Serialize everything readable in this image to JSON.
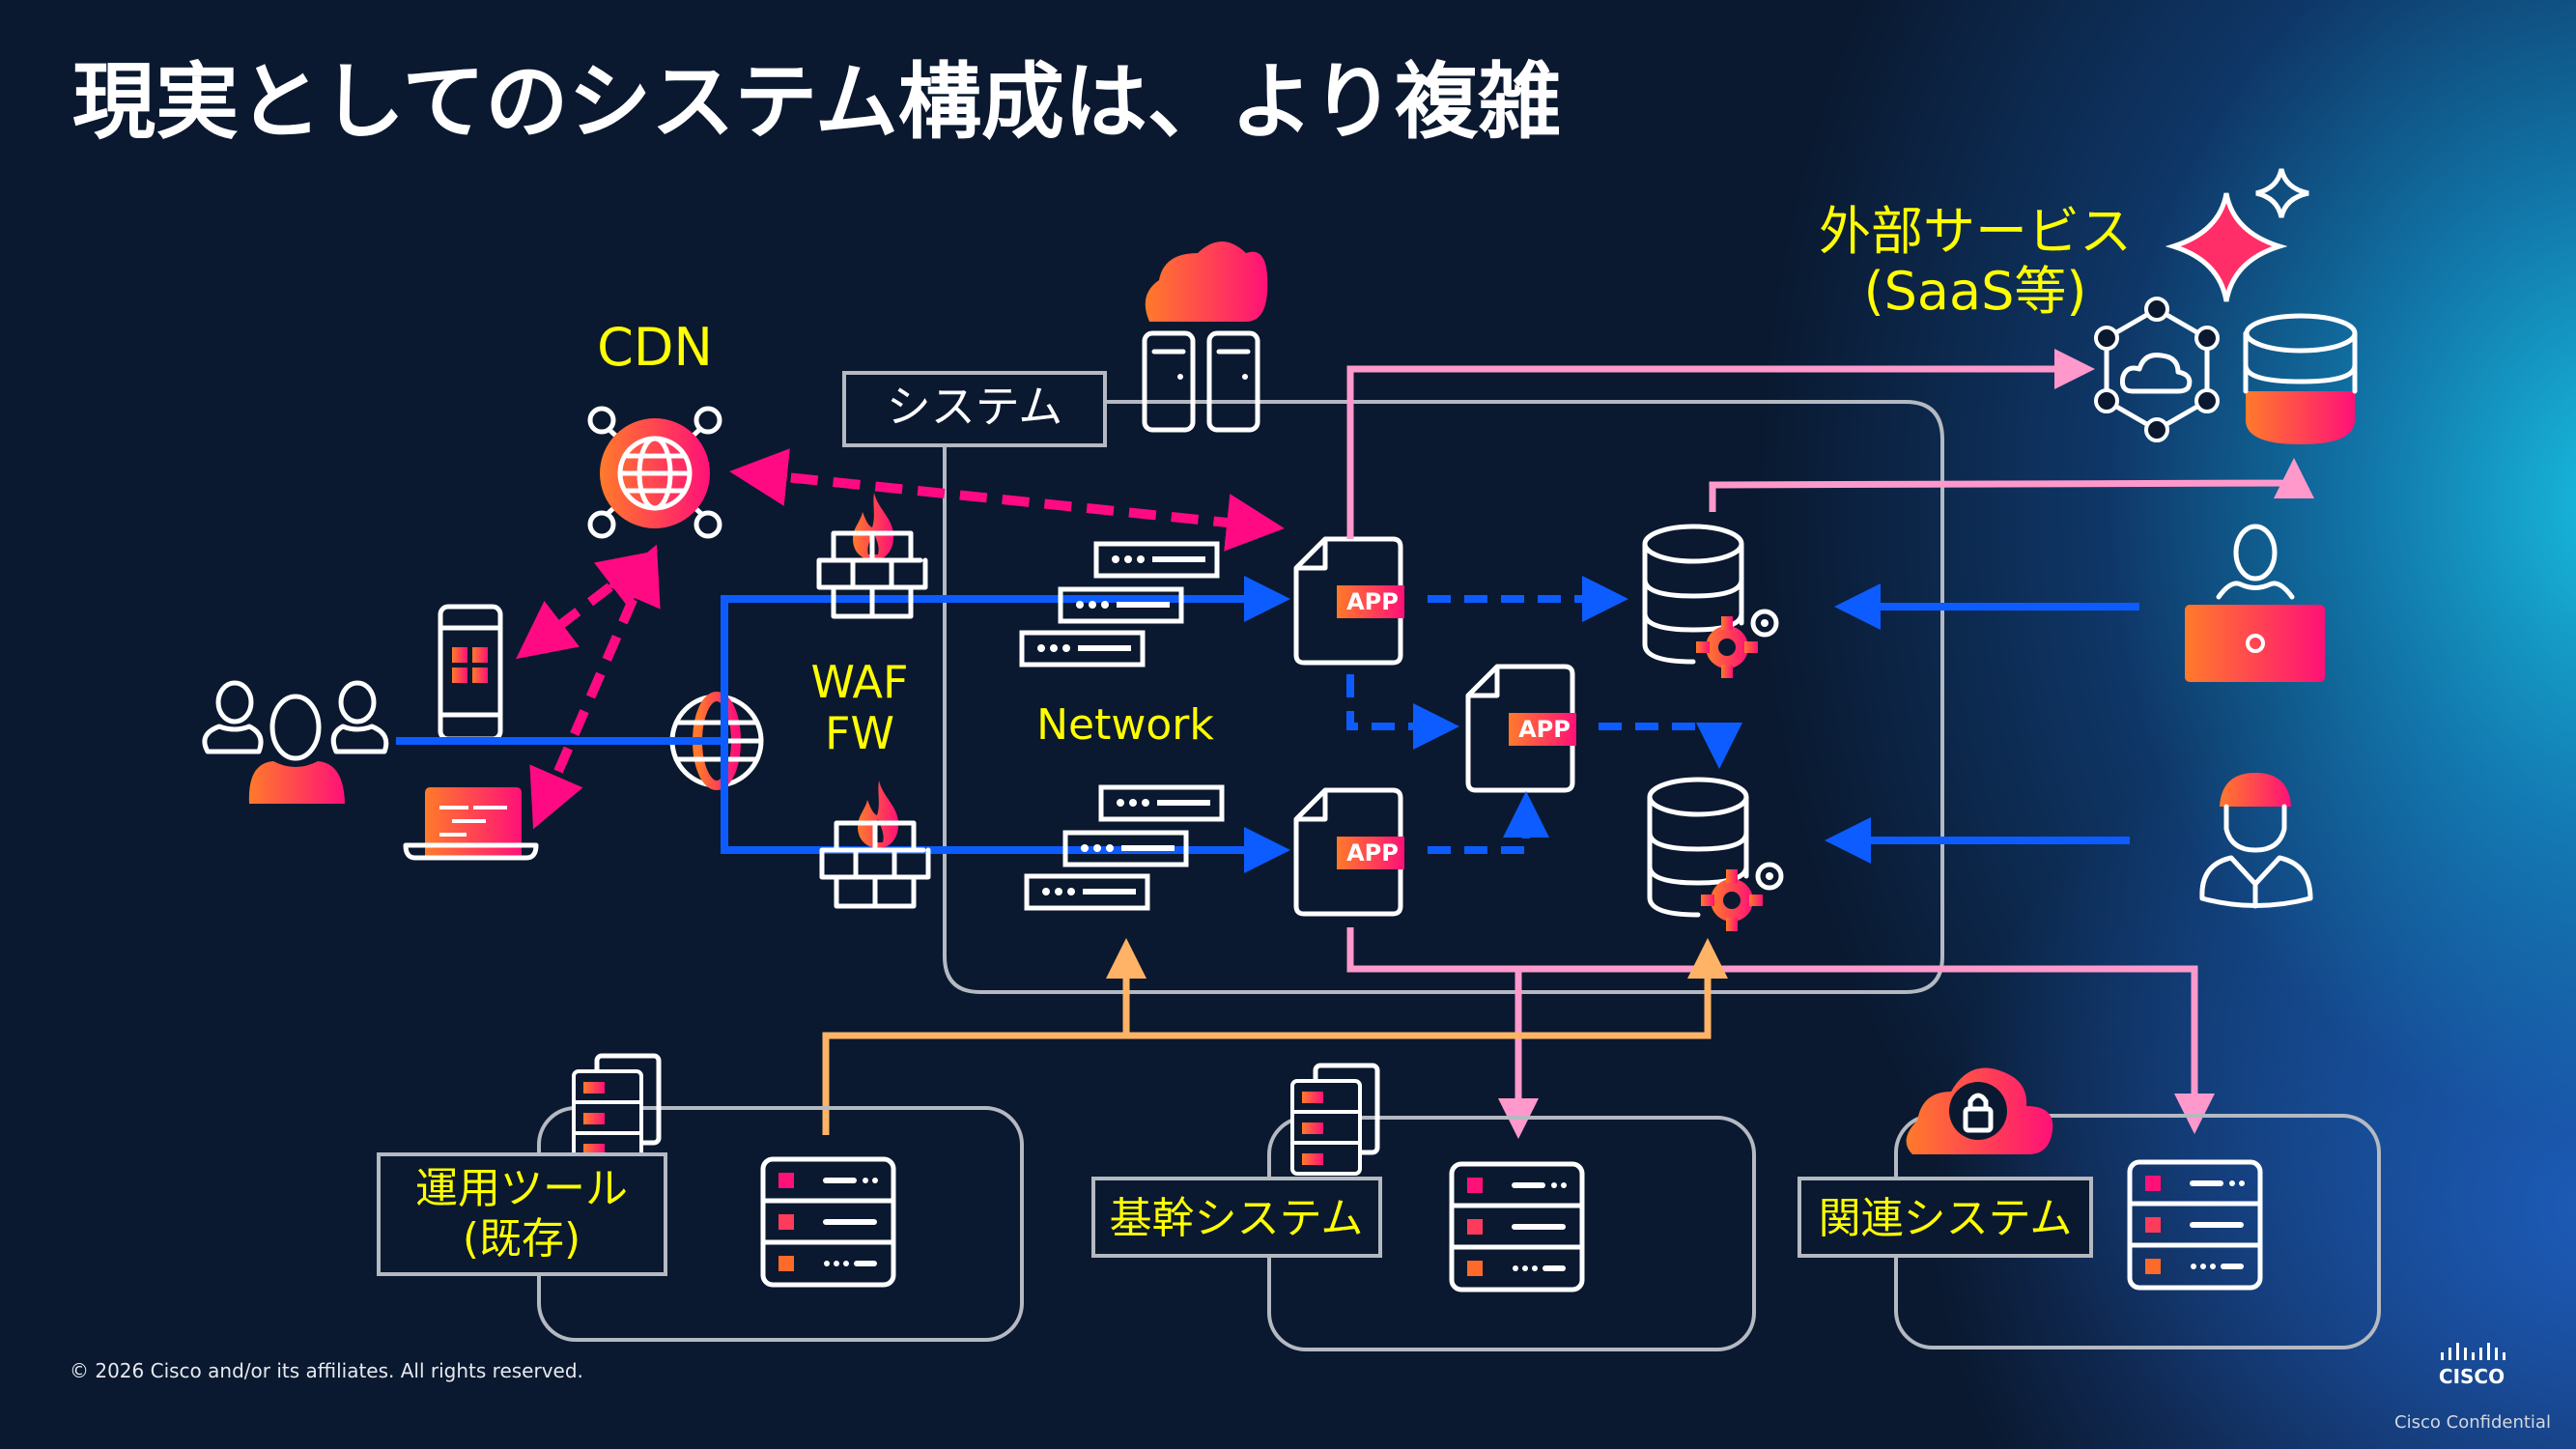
{
  "slide": {
    "title": "現実としてのシステム構成は、より複雑",
    "copyright": "© 2026 Cisco and/or its affiliates. All rights reserved.",
    "confidential": "Cisco Confidential",
    "logo_text": "CISCO"
  },
  "labels": {
    "cdn": "CDN",
    "system": "システム",
    "waf": "WAF",
    "fw": "FW",
    "network": "Network",
    "external_line1": "外部サービス",
    "external_line2": "(SaaS等)",
    "ops_tool_line1": "運用ツール",
    "ops_tool_line2": "(既存)",
    "core_system": "基幹システム",
    "related_system": "関連システム",
    "app": "APP"
  },
  "icons": [
    "users-group-icon",
    "smartphone-icon",
    "laptop-icon",
    "globe-icon",
    "cdn-globe-icon",
    "firewall-icon",
    "flame-icon",
    "load-balancer-icon",
    "app-file-icon",
    "database-gear-icon",
    "cloud-icon",
    "server-tower-icon",
    "cloud-network-icon",
    "database-icon",
    "sparkle-icon",
    "admin-laptop-icon",
    "operator-person-icon",
    "server-rack-icon",
    "server-stack-icon",
    "cloud-lock-icon",
    "cisco-logo-icon"
  ],
  "colors": {
    "background": "#0a1930",
    "label_yellow": "#ffff00",
    "flow_blue": "#0d5cff",
    "flow_magenta": "#ff0a82",
    "flow_pink": "#ff99cc",
    "flow_orange": "#ffb366",
    "accent_gradient_start": "#ff7a2a",
    "accent_gradient_end": "#ff1178",
    "frame_gray": "#b4b9c2"
  }
}
